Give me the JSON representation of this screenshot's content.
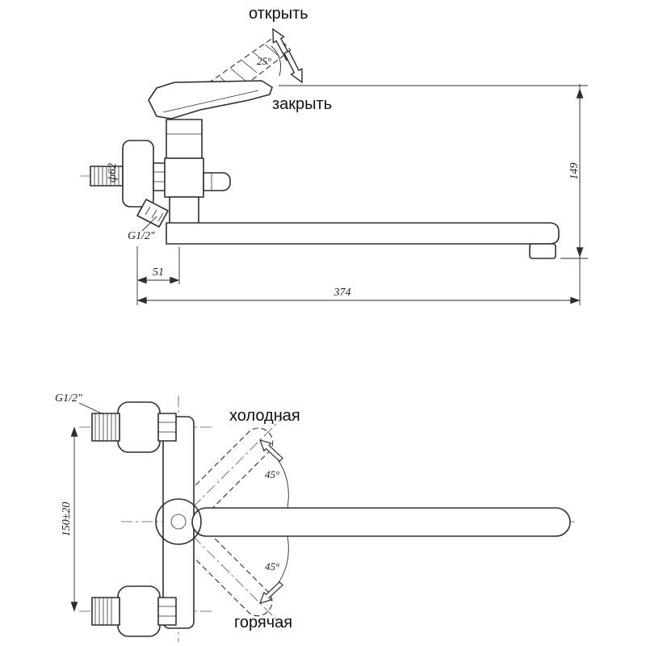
{
  "drawing": {
    "side_view": {
      "open_label": "открыть",
      "close_label": "закрыть",
      "handle_angle": "25°",
      "flange_diameter": "ф62",
      "thread_label": "G1/2\"",
      "dim_offset": "51",
      "dim_length": "374",
      "dim_height": "149"
    },
    "plan_view": {
      "thread_label": "G1/2\"",
      "cold_label": "холодная",
      "hot_label": "горячая",
      "angle_cold": "45°",
      "angle_hot": "45°",
      "dim_centers": "150±20"
    }
  }
}
